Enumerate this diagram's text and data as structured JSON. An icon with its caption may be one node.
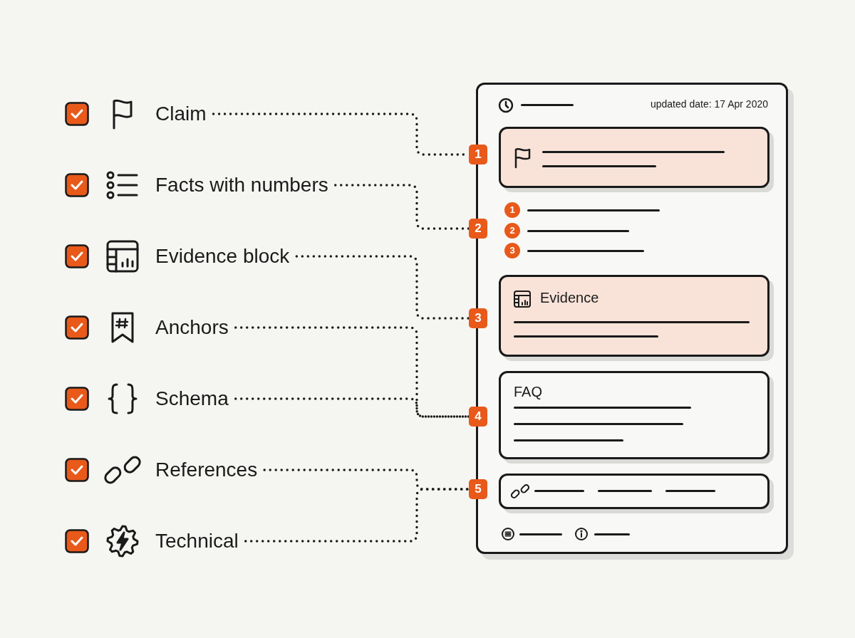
{
  "diagram": {
    "nodes": [
      {
        "text": [
          "Claim"
        ]
      },
      {
        "text": [
          "Facts with numbers"
        ]
      },
      {
        "text": [
          "Evidence block"
        ]
      },
      {
        "text": [
          "Anchors"
        ]
      },
      {
        "text": [
          "Schema"
        ]
      },
      {
        "text": [
          "References"
        ]
      },
      {
        "text": [
          "Technical"
        ]
      },
      {
        "text": [],
        "shape": "box"
      },
      {
        "text": [
          "1"
        ]
      },
      {
        "text": [],
        "shape": "box",
        "in": 7
      },
      {
        "text": [
          "2"
        ]
      },
      {
        "text": [
          "1"
        ],
        "in": 7
      },
      {
        "text": [
          "2"
        ],
        "in": 7
      },
      {
        "text": [
          "3"
        ],
        "in": 7
      },
      {
        "text": [
          "3"
        ]
      },
      {
        "text": [
          "Evidence"
        ],
        "in": 7
      },
      {
        "text": [
          "4"
        ]
      },
      {
        "text": [
          "FAQ"
        ],
        "in": 7
      },
      {
        "text": [
          "5"
        ]
      },
      {
        "text": [],
        "shape": "box",
        "in": 7
      }
    ],
    "edges": [
      {
        "from": 0,
        "to": 8,
        "arrow": "none"
      },
      {
        "from": 1,
        "to": 10,
        "arrow": "none"
      },
      {
        "from": 2,
        "to": 14,
        "arrow": "none"
      },
      {
        "from": 3,
        "to": 16,
        "arrow": "none"
      },
      {
        "from": 4,
        "to": 16,
        "arrow": "none"
      },
      {
        "from": 5,
        "to": 18,
        "arrow": "none"
      },
      {
        "from": 6,
        "to": 18,
        "arrow": "none"
      }
    ],
    "labels": [
      "updated date: 17 Apr 2020"
    ]
  }
}
